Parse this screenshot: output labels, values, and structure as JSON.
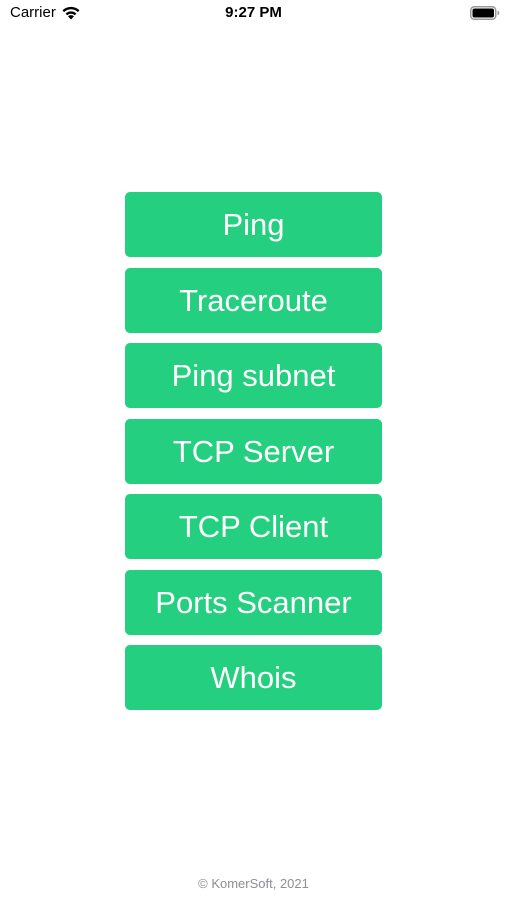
{
  "status_bar": {
    "carrier": "Carrier",
    "time": "9:27 PM"
  },
  "menu": {
    "buttons": [
      "Ping",
      "Traceroute",
      "Ping subnet",
      "TCP Server",
      "TCP Client",
      "Ports Scanner",
      "Whois"
    ]
  },
  "footer": {
    "copyright": "© KomerSoft, 2021"
  },
  "colors": {
    "accent": "#24cf7f",
    "button_text": "#ffffff",
    "footer_text": "#8e8e93"
  },
  "icons": [
    "wifi-icon",
    "battery-icon"
  ]
}
